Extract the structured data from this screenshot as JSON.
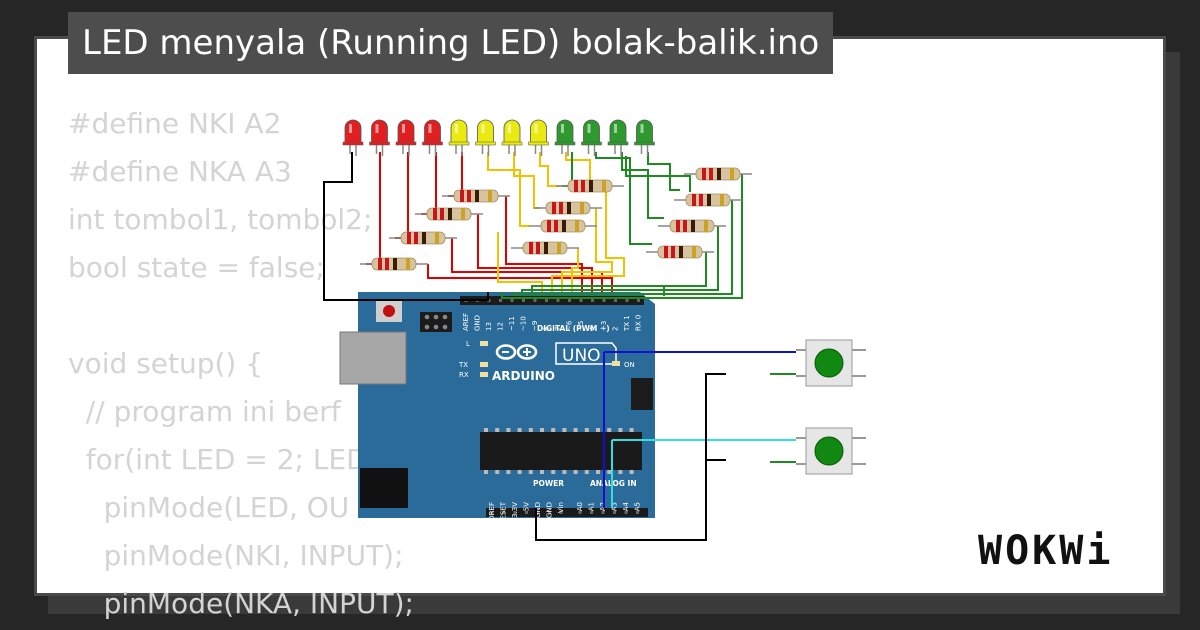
{
  "title": "LED menyala (Running LED) bolak-balik.ino",
  "code_lines": [
    "#define NKI A2",
    "#define NKA A3",
    "int tombol1, tombol2;",
    "bool state = false;",
    "",
    "void setup() {",
    "  // program ini berf",
    "  for(int LED = 2; LED",
    "    pinMode(LED, OU",
    "    pinMode(NKI, INPUT);",
    "    pinMode(NKA, INPUT);"
  ],
  "board": {
    "brand": "ARDUINO",
    "model": "UNO",
    "digital_label": "DIGITAL (PWM ~)",
    "power_label": "POWER",
    "analog_label": "ANALOG IN",
    "on_label": "ON",
    "l_label": "L",
    "tx_label": "TX",
    "rx_label": "RX",
    "digital_pins": [
      "AREF",
      "GND",
      "13",
      "12",
      "~11",
      "~10",
      "~9",
      "8",
      "7",
      "~6",
      "~5",
      "4",
      "~3",
      "2",
      "TX 1",
      "RX 0"
    ],
    "power_pins": [
      "IOREF",
      "RESET",
      "3.3V",
      "5V",
      "GND",
      "GND",
      "Vin"
    ],
    "analog_pins": [
      "A0",
      "A1",
      "A2",
      "A3",
      "A4",
      "A5"
    ]
  },
  "leds": [
    "red",
    "red",
    "red",
    "red",
    "yellow",
    "yellow",
    "yellow",
    "yellow",
    "green",
    "green",
    "green",
    "green"
  ],
  "colors": {
    "led_red": "#e02020",
    "led_yellow": "#eaea10",
    "led_green": "#2e9a2e",
    "board": "#2b6b9a",
    "wire_red": "#e00000",
    "wire_yellow": "#f2c200",
    "wire_green": "#1f8a1f",
    "wire_black": "#000000",
    "wire_blue": "#1010d0",
    "wire_cyan": "#30e0e0"
  },
  "logo": "WOKWi"
}
